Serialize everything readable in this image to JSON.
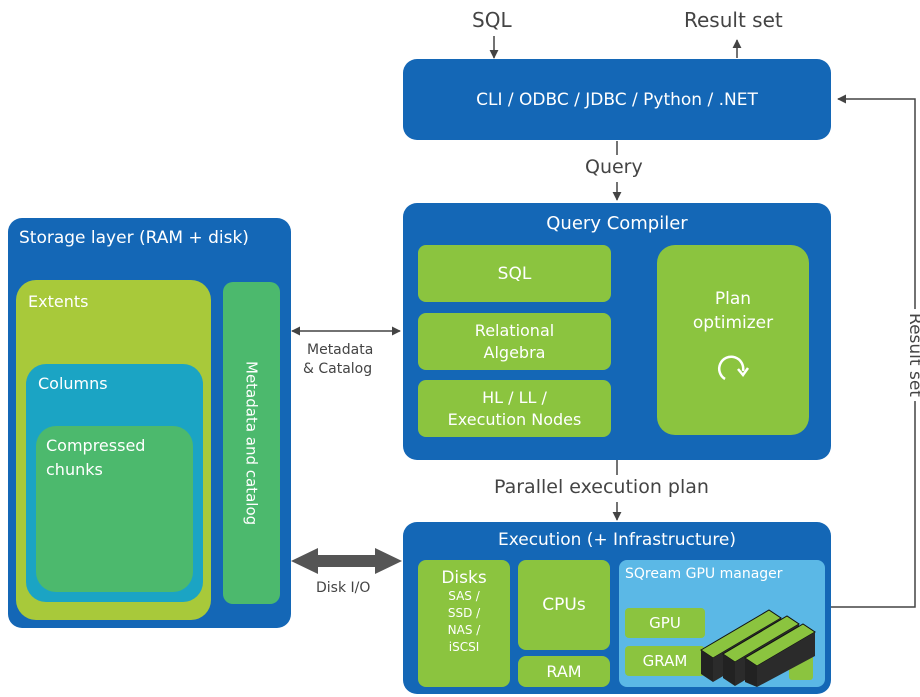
{
  "top": {
    "sql_label": "SQL",
    "result_set_label": "Result set",
    "interfaces_label": "CLI / ODBC / JDBC / Python / .NET",
    "query_label": "Query"
  },
  "compiler": {
    "title": "Query Compiler",
    "sql": "SQL",
    "relational_line1": "Relational",
    "relational_line2": "Algebra",
    "nodes_line1": "HL / LL /",
    "nodes_line2": "Execution Nodes",
    "plan_line1": "Plan",
    "plan_line2": "optimizer"
  },
  "middle": {
    "metadata_line1": "Metadata",
    "metadata_line2": "& Catalog",
    "parallel_plan_label": "Parallel execution plan",
    "disk_io_label": "Disk I/O",
    "result_set_side_label": "Result set"
  },
  "storage": {
    "title": "Storage layer (RAM + disk)",
    "extents": "Extents",
    "columns": "Columns",
    "chunks_line1": "Compressed",
    "chunks_line2": "chunks",
    "metadata_catalog": "Metadata and catalog"
  },
  "execution": {
    "title": "Execution (+ Infrastructure)",
    "disks_title": "Disks",
    "disks_sub": [
      "SAS /",
      "SSD /",
      "NAS /",
      "iSCSI"
    ],
    "cpus": "CPUs",
    "ram": "RAM",
    "gpu_manager_title": "SQream GPU manager",
    "gpu": "GPU",
    "gram": "GRAM"
  },
  "colors": {
    "blue": "#1467b6",
    "green": "#8bc43f",
    "lime": "#a8c93a",
    "teal": "#1ba4c4",
    "emerald": "#4cb96d",
    "light_blue": "#5bb8e6"
  }
}
